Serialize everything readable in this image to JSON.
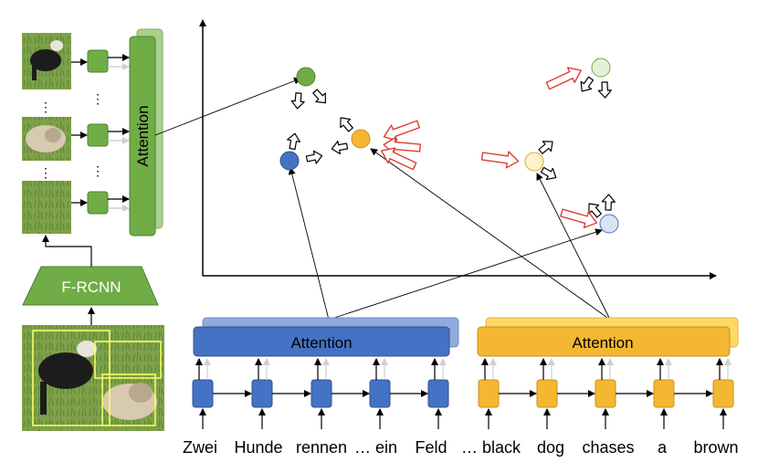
{
  "image_branch": {
    "detector_label": "F-RCNN",
    "attention_label": "Attention",
    "ellipsis": [
      "⋮",
      "⋮",
      "⋮",
      "⋮"
    ]
  },
  "german_branch": {
    "attention_label": "Attention",
    "words": [
      "Zwei",
      "Hunde",
      "rennen",
      "…",
      "ein",
      "Feld"
    ]
  },
  "english_branch": {
    "attention_label": "Attention",
    "words": [
      "…",
      "black",
      "dog",
      "chases",
      "a",
      "brown"
    ]
  },
  "colors": {
    "image": "#70AD47",
    "image_light": "#A9D18E",
    "german": "#4472C4",
    "german_light": "#8FAADC",
    "english": "#F4B731",
    "english_light": "#FFD966",
    "force_arrow": "#E03C31"
  }
}
